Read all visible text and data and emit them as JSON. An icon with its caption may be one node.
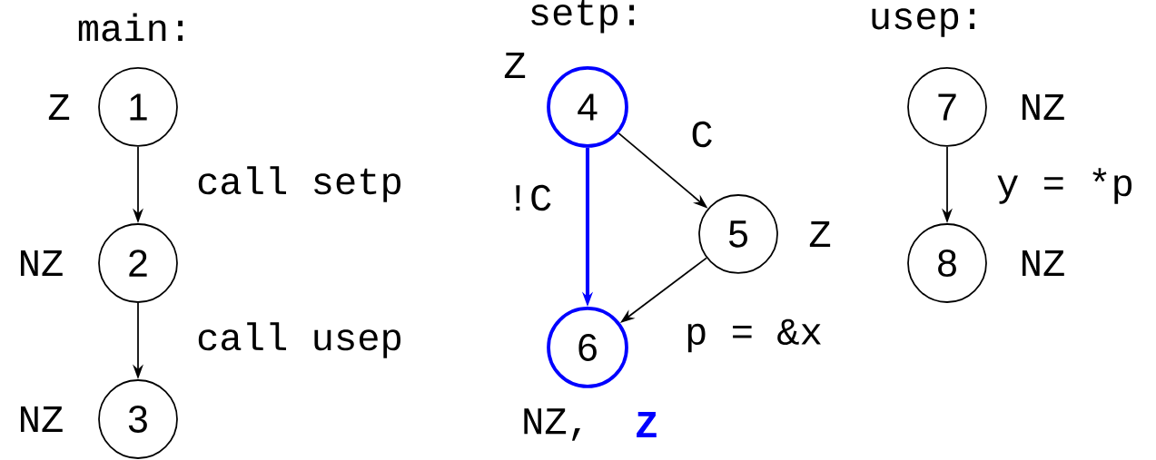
{
  "diagram": {
    "nodes": [
      {
        "text": [
          "1"
        ],
        "beside": [
          "Z"
        ]
      },
      {
        "text": [
          "2"
        ],
        "beside": [
          "NZ"
        ]
      },
      {
        "text": [
          "3"
        ],
        "beside": [
          "NZ"
        ]
      },
      {
        "text": [
          "4"
        ],
        "beside": [
          "Z"
        ]
      },
      {
        "text": [
          "5"
        ],
        "beside": [
          "Z"
        ]
      },
      {
        "text": [
          "6"
        ],
        "beside": [
          "NZ,",
          "Z"
        ]
      },
      {
        "text": [
          "7"
        ],
        "beside": [
          "NZ"
        ]
      },
      {
        "text": [
          "8"
        ],
        "beside": [
          "NZ"
        ]
      }
    ],
    "edges": [
      {
        "from": 0,
        "to": 1,
        "arrow": "to",
        "label": "call setp"
      },
      {
        "from": 1,
        "to": 2,
        "arrow": "to",
        "label": "call usep"
      },
      {
        "from": 3,
        "to": 4,
        "arrow": "to",
        "label": "C"
      },
      {
        "from": 3,
        "to": 5,
        "arrow": "to",
        "label": "!C",
        "style": "thick",
        "color": "#0000ff"
      },
      {
        "from": 4,
        "to": 5,
        "arrow": "to",
        "label": "p = &x"
      },
      {
        "from": 6,
        "to": 7,
        "arrow": "to",
        "label": "y = *p"
      }
    ],
    "labels": [
      "main:",
      "setp:",
      "usep:"
    ]
  }
}
